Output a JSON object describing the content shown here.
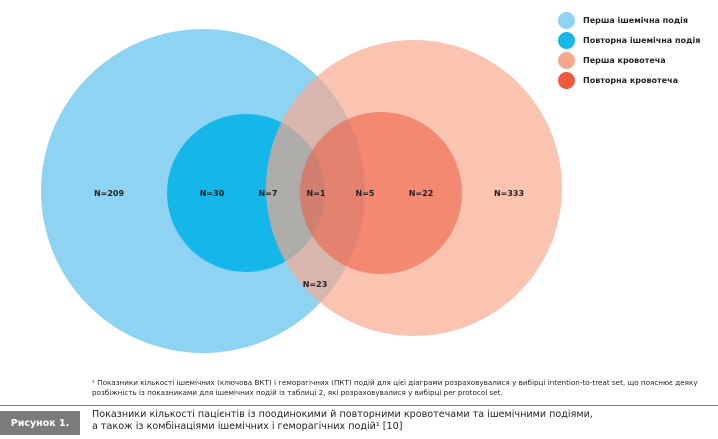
{
  "legend": {
    "items": [
      {
        "label": "Перша ішемічна подія",
        "color": "#8ed3f2"
      },
      {
        "label": "Повторна ішемічна подія",
        "color": "#15b7ea"
      },
      {
        "label": "Перша кровотеча",
        "color": "#f7a88c"
      },
      {
        "label": "Повторна кровотеча",
        "color": "#ef5a3c"
      }
    ]
  },
  "diagram": {
    "regions": [
      {
        "name": "n-first-ischemic-only",
        "text": "N=209"
      },
      {
        "name": "n-repeat-ischemic",
        "text": "N=30"
      },
      {
        "name": "n-ischemic-overlap",
        "text": "N=7"
      },
      {
        "name": "n-center",
        "text": "N=1"
      },
      {
        "name": "n-bleeding-overlap",
        "text": "N=5"
      },
      {
        "name": "n-repeat-bleeding",
        "text": "N=22"
      },
      {
        "name": "n-first-bleeding-only",
        "text": "N=333"
      },
      {
        "name": "n-first-both",
        "text": "N=23"
      }
    ]
  },
  "footnote": {
    "text": "¹ Показники кількості ішемічних (ключова ВКТ) і геморагічних (ПКТ) подій для цієї діаграми розраховувалися у вибірці intention-to-treat set, що пояснює деяку розбіжність із показниками для ішемічних подій із таблиці 2, які розраховувалися у вибірці per protocol set."
  },
  "caption": {
    "tag": "Рисунок 1.",
    "line1": "Показники кількості пацієнтів із поодинокими й повторними кровотечами та ішемічними подіями,",
    "line2": "а також із комбінаціями ішемічних і геморагічних подій¹ [10]"
  }
}
